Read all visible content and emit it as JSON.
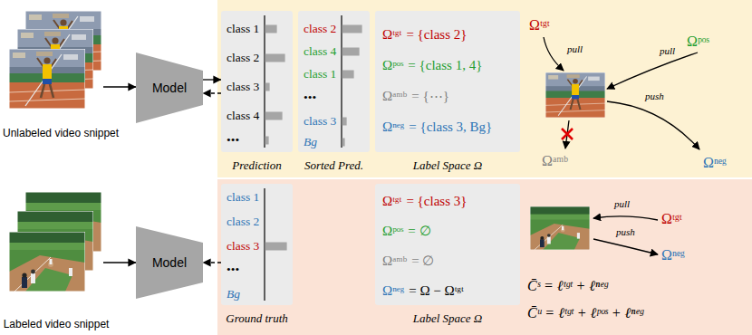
{
  "diagram": {
    "nodes": [
      {
        "text": [
          "Unlabeled video snippet"
        ]
      },
      {
        "text": [
          "Model"
        ]
      },
      {
        "text": [
          "class 1",
          "class 2",
          "class 3",
          "class 4",
          "•••",
          "Prediction"
        ]
      },
      {
        "text": [
          "class 2",
          "class 4",
          "class 1",
          "•••",
          "class 3",
          "Bg",
          "Sorted Pred."
        ]
      },
      {
        "text": [
          "Ωᵗᵍᵗ",
          "= {class 2}",
          "Ωᵖᵒˢ",
          "= {class 1, 4}",
          "Ωᵃᵐᵇ",
          "= {⋯}",
          "Ωⁿᵉᵍ",
          "= {class 3, Bg}",
          "Label Space Ω"
        ]
      },
      {
        "text": [
          "Labeled video snippet"
        ]
      },
      {
        "text": [
          "Model"
        ]
      },
      {
        "text": [
          "class 1",
          "class 2",
          "class 3",
          "•••",
          "Bg",
          "Ground truth"
        ]
      },
      {
        "text": [
          "Ωᵗᵍᵗ",
          "= {class 3}",
          "Ωᵖᵒˢ",
          "= ∅",
          "Ωᵃᵐᵇ",
          "= ∅",
          "Ωⁿᵉᵍ",
          "= Ω − Ωᵗᵍᵗ",
          "Label Space Ω"
        ]
      }
    ],
    "edges": [
      {
        "from": 0,
        "to": 1,
        "arrow": "to"
      },
      {
        "from": 1,
        "to": 2,
        "arrow": "to"
      },
      {
        "from": 2,
        "to": 1,
        "arrow": "to"
      },
      {
        "from": 5,
        "to": 6,
        "arrow": "to"
      },
      {
        "from": 7,
        "to": 6,
        "arrow": "to"
      }
    ],
    "labels": [
      "Ωᵗᵍᵗ",
      "pull",
      "Ωᵖᵒˢ",
      "pull",
      "push",
      "Ωᵃᵐᵇ",
      "Ωⁿᵉᵍ",
      "pull",
      "Ωᵗᵍᵗ",
      "push",
      "Ωⁿᵉᵍ",
      "C̄ˢ = ℓᵗᵍᵗ + ℓⁿᵉᵍ",
      "C̄ᵘ = ℓᵗᵍᵗ + ℓᵖᵒˢ + ℓⁿᵉᵍ"
    ]
  }
}
